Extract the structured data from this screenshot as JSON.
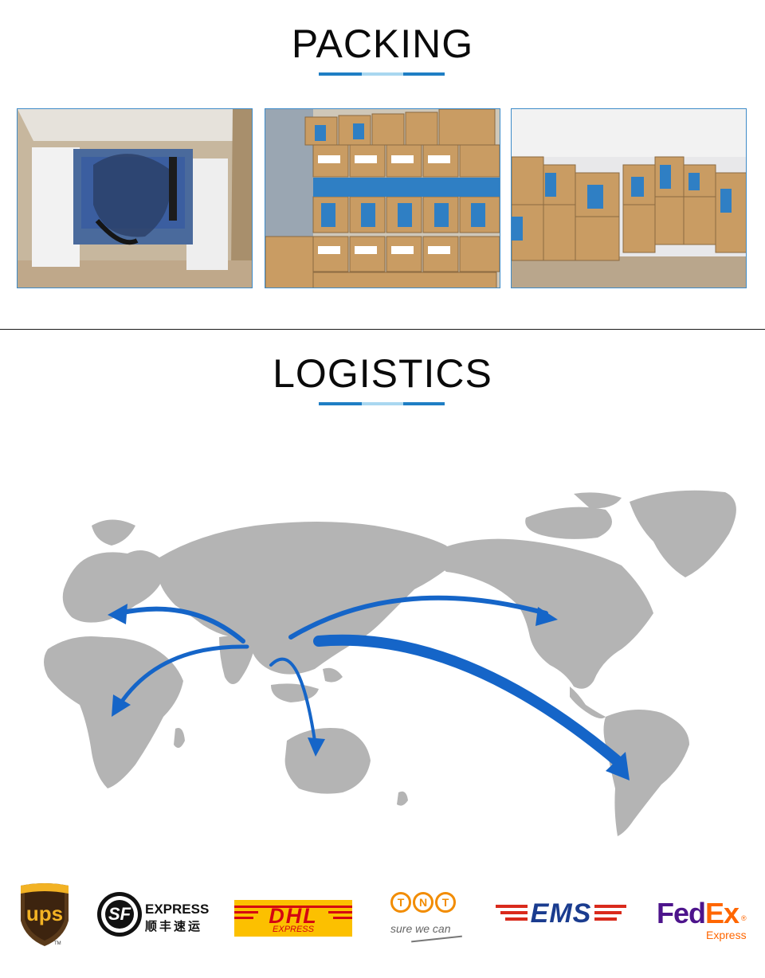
{
  "packing": {
    "title": "PACKING",
    "photos": [
      {
        "name": "box-photo"
      },
      {
        "name": "carton-stack-photo"
      },
      {
        "name": "warehouse-photo"
      }
    ]
  },
  "logistics": {
    "title": "LOGISTICS",
    "routes": [
      "europe",
      "africa",
      "australia",
      "north-america",
      "south-america"
    ]
  },
  "carriers": {
    "ups": {
      "mark": "ups",
      "tm": "TM"
    },
    "sf": {
      "line1": "EXPRESS",
      "line2": "顺丰速运",
      "mark": "SF"
    },
    "dhl": {
      "mark": "DHL",
      "sub": "EXPRESS"
    },
    "tnt": {
      "letters": [
        "T",
        "N",
        "T"
      ],
      "tagline": "sure we can"
    },
    "ems": {
      "mark": "EMS"
    },
    "fedex": {
      "fed": "Fed",
      "ex": "Ex",
      "sub": "Express",
      "reg": "®"
    }
  },
  "colors": {
    "accent_blue": "#1f7ec4",
    "accent_light": "#a9d7f0",
    "map_gray": "#b4b4b4",
    "route_blue": "#1565c8"
  }
}
